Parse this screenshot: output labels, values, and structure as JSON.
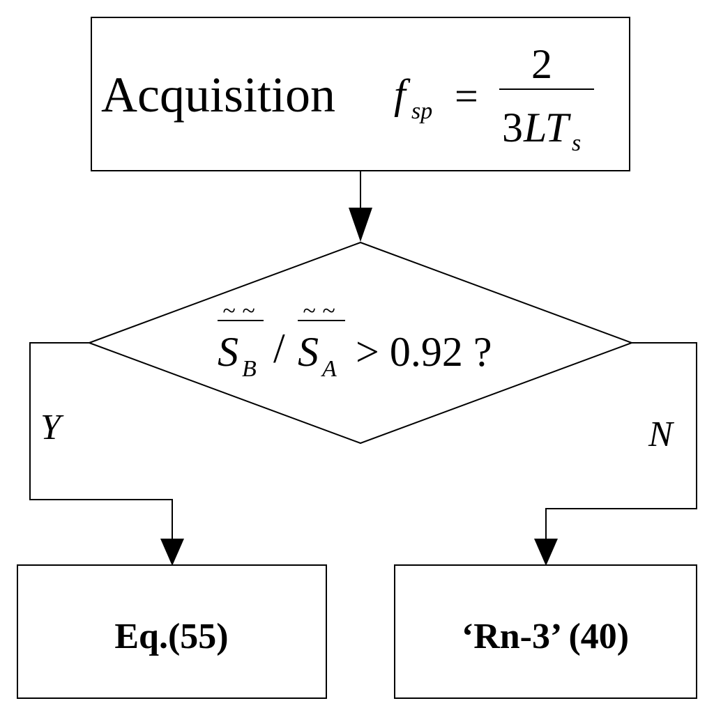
{
  "acquisition": {
    "label": "Acquisition",
    "f": "f",
    "f_sub": "sp",
    "equals": "=",
    "numerator": "2",
    "den_lead": "3",
    "den_L": "L",
    "den_T": "T",
    "den_sub": "s"
  },
  "decision": {
    "s1": "S",
    "s1_sub": "B",
    "slash": "/",
    "s2": "S",
    "s2_sub": "A",
    "comparison": "> 0.92 ?",
    "tilde": "~"
  },
  "branches": {
    "yes": "Y",
    "no": "N"
  },
  "outcomes": {
    "left": "Eq.(55)",
    "right": "‘Rn-3’ (40)"
  }
}
